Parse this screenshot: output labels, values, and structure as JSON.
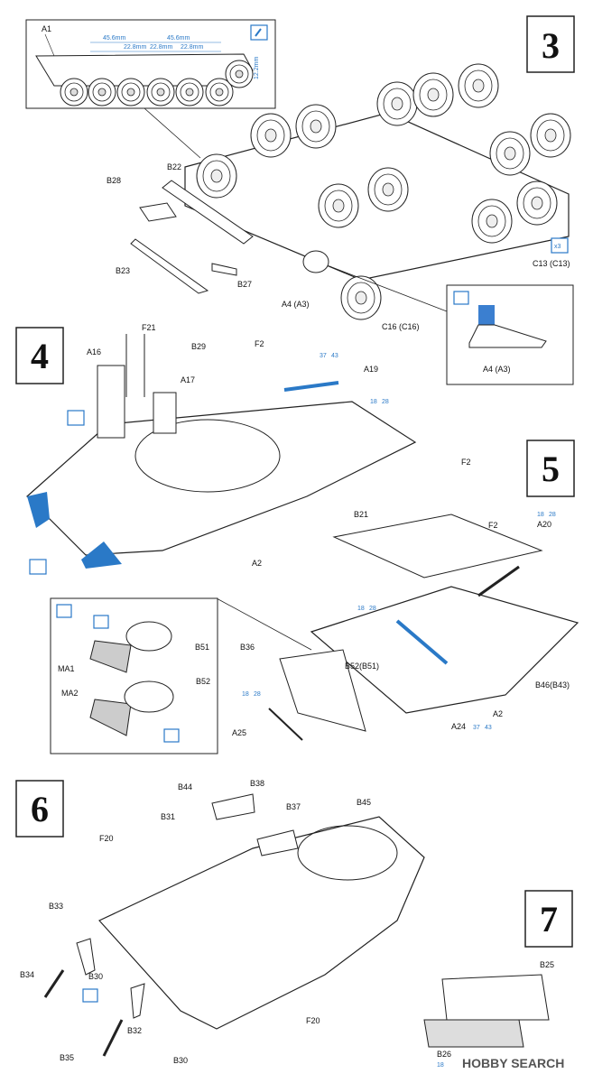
{
  "steps": [
    "3",
    "4",
    "5",
    "6",
    "7"
  ],
  "colors": {
    "accent": "#2a79c7",
    "line": "#222",
    "paper": "#ffffff"
  },
  "inset3": {
    "a1": "A1",
    "dims": [
      "45.6mm",
      "45.6mm",
      "22.8mm",
      "22.8mm",
      "22.8mm"
    ],
    "side_dim": "12.2mm"
  },
  "step3": {
    "labels": [
      "B28",
      "B22",
      "B23",
      "B27",
      "A4 (A3)",
      "C16 (C16)",
      "C13 (C13)",
      "x3"
    ],
    "inset_label": "A4 (A3)"
  },
  "step4": {
    "labels": [
      "F21",
      "A16",
      "B29",
      "F2",
      "A17",
      "A19",
      "A2"
    ],
    "refs": [
      "37",
      "43",
      "18",
      "28"
    ]
  },
  "step5": {
    "labels": [
      "B21",
      "F2",
      "F2",
      "A20",
      "B36",
      "B52(B51)",
      "A24",
      "B46(B43)",
      "A2",
      "A25"
    ],
    "refs": [
      "18",
      "28",
      "18",
      "28",
      "18",
      "28",
      "37",
      "43"
    ],
    "inset_labels": [
      "MA1",
      "B51",
      "MA2",
      "B52"
    ]
  },
  "step6": {
    "labels": [
      "B38",
      "B44",
      "B37",
      "B45",
      "B31",
      "F20",
      "B33",
      "B30",
      "B34",
      "B32",
      "B35",
      "B30",
      "F20"
    ]
  },
  "step7": {
    "labels": [
      "B25",
      "B26",
      "18"
    ]
  },
  "watermark": "HOBBY SEARCH"
}
